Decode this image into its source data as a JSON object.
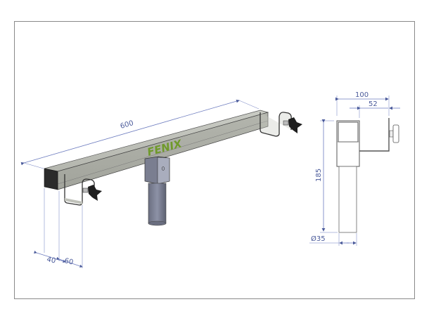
{
  "drawing": {
    "logo_text": "FENIX",
    "logo_color": "#6f9a2a",
    "dimension_color": "#4a5a9a",
    "frame_color": "#8a8a8a"
  },
  "isometric_view": {
    "dimensions": {
      "length": "600",
      "end_offset": "40",
      "bracket_width": "60"
    }
  },
  "side_view": {
    "dimensions": {
      "width": "100",
      "bracket_depth": "52",
      "height": "185",
      "diameter": "Ø35"
    }
  }
}
